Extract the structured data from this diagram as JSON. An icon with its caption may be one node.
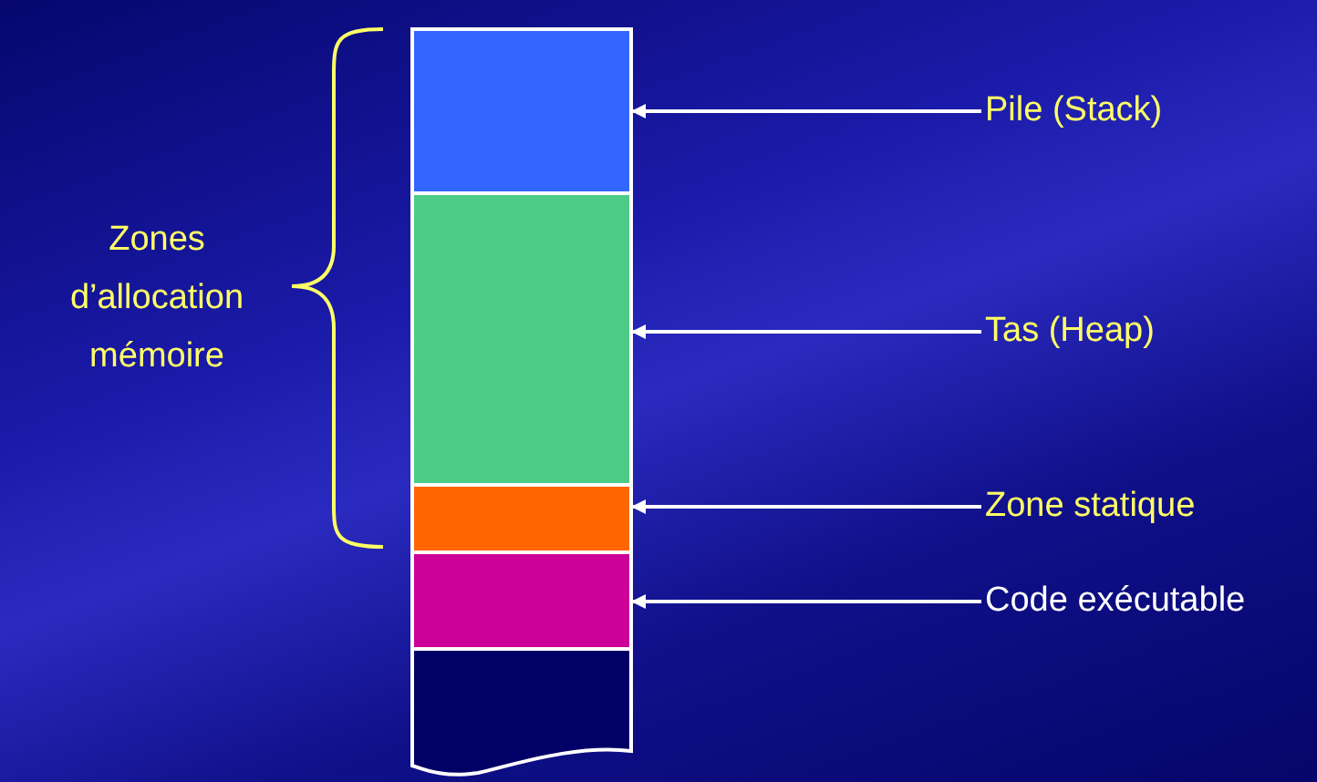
{
  "diagram": {
    "nodes": [
      {
        "text": [],
        "shape": "box"
      },
      {
        "text": [],
        "shape": "box"
      },
      {
        "text": [],
        "shape": "box"
      },
      {
        "text": [],
        "shape": "box"
      },
      {
        "text": [],
        "shape": "box"
      },
      {
        "text": [
          "Pile (Stack)"
        ]
      },
      {
        "text": [
          "Tas (Heap)"
        ]
      },
      {
        "text": [
          "Zone statique"
        ]
      },
      {
        "text": [
          "Code exécutable"
        ]
      }
    ],
    "edges": [
      {
        "from": 5,
        "to": 0,
        "arrow": "to"
      },
      {
        "from": 6,
        "to": 1,
        "arrow": "to"
      },
      {
        "from": 7,
        "to": 2,
        "arrow": "to"
      },
      {
        "from": 8,
        "to": 3,
        "arrow": "to"
      }
    ],
    "labels": [
      "Zones d’allocation mémoire"
    ]
  }
}
